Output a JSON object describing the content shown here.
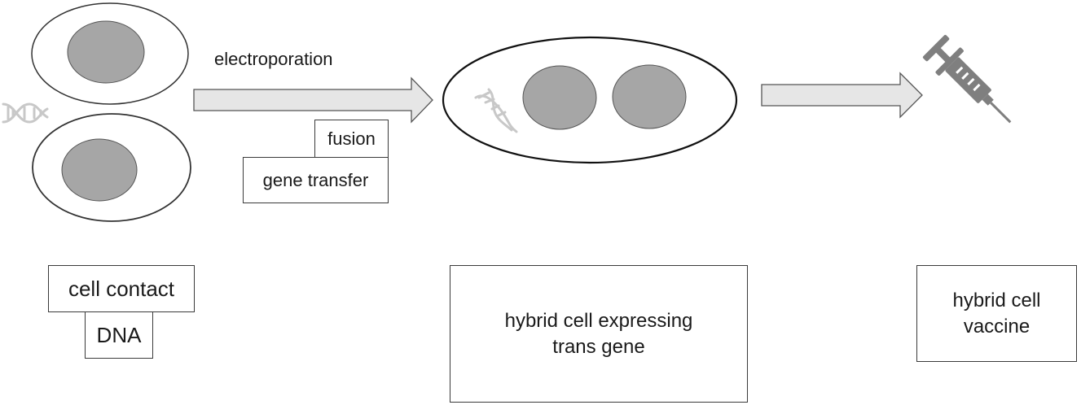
{
  "labels": {
    "electroporation": "electroporation",
    "fusion": "fusion",
    "gene_transfer": "gene transfer",
    "cell_contact": "cell contact",
    "dna": "DNA",
    "hybrid_cell_expressing": "hybrid cell expressing trans gene",
    "hybrid_cell_vaccine": "hybrid cell vaccine"
  },
  "icons": {
    "dna_left": "dna-helix-icon",
    "dna_center": "dna-helix-icon",
    "syringe": "syringe-icon"
  },
  "colors": {
    "nucleus_fill": "#a6a6a6",
    "arrow_fill": "#e6e6e6",
    "dna_color": "#c8c8c8",
    "syringe_color": "#7f7f7f"
  }
}
